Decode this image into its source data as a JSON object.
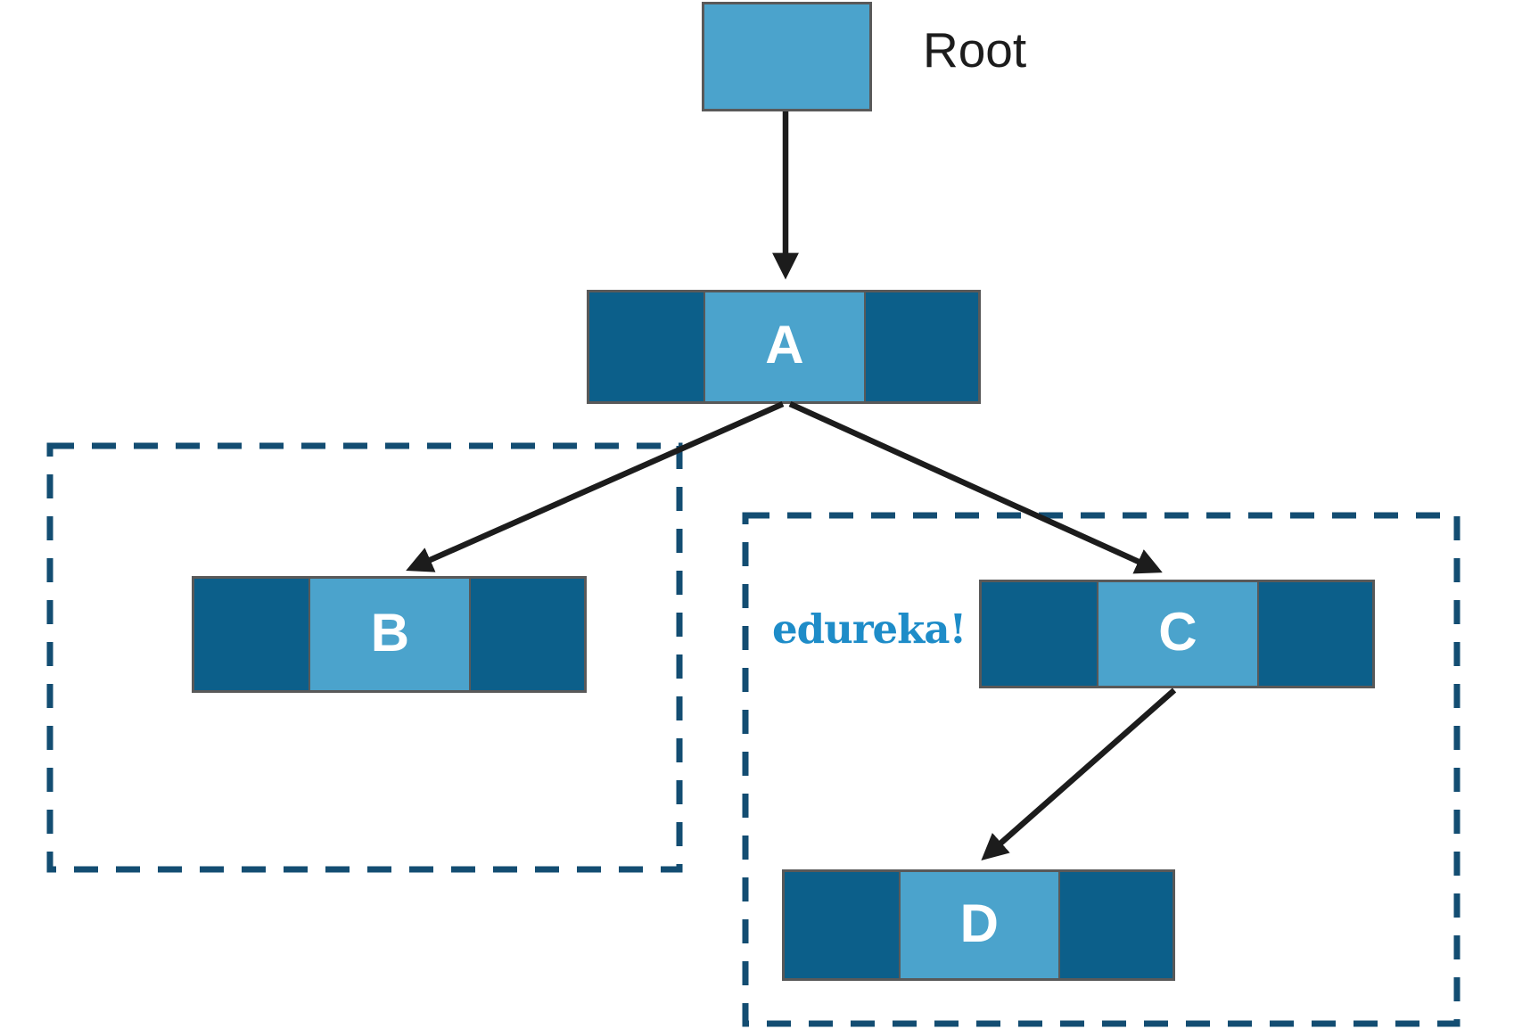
{
  "root": {
    "caption": "Root"
  },
  "watermark": "edureka!",
  "nodes": [
    {
      "id": "A",
      "label": "A"
    },
    {
      "id": "B",
      "label": "B"
    },
    {
      "id": "C",
      "label": "C"
    },
    {
      "id": "D",
      "label": "D"
    }
  ],
  "edges": [
    {
      "from": "Root",
      "to": "A"
    },
    {
      "from": "A",
      "to": "B"
    },
    {
      "from": "A",
      "to": "C"
    },
    {
      "from": "C",
      "to": "D"
    }
  ],
  "groups": [
    {
      "name": "left-subtree",
      "contains": [
        "B"
      ]
    },
    {
      "name": "right-subtree",
      "contains": [
        "C",
        "D"
      ]
    }
  ],
  "colors": {
    "light_blue": "#4BA3CC",
    "dark_blue": "#0C5F8A",
    "node_border": "#595959",
    "dashed_border": "#134D72",
    "arrow_color": "#1C1C1C",
    "edureka_blue": "#1E8CC8",
    "text_color": "#1C1C1C"
  }
}
